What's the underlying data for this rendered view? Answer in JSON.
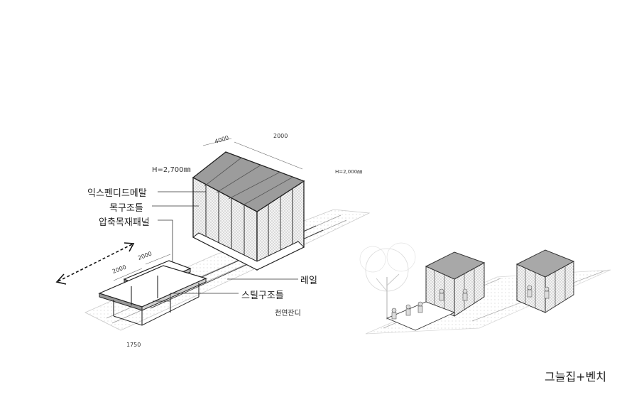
{
  "labels": {
    "expanded_metal": "익스펜디드메탈",
    "wood_frame": "목구조틀",
    "compressed_wood_panel": "압축목재패널",
    "rail": "레일",
    "steel_frame": "스틸구조틀",
    "natural_grass": "천연잔디"
  },
  "dimensions": {
    "shelter_height": "H=2,700㎜",
    "shelter_length": "4000",
    "shelter_width": "2000",
    "bench_height": "H=2,000㎜",
    "bench_length": "2000",
    "bench_width": "2000",
    "bench_depth": "1750"
  },
  "caption": "그늘집+벤치"
}
